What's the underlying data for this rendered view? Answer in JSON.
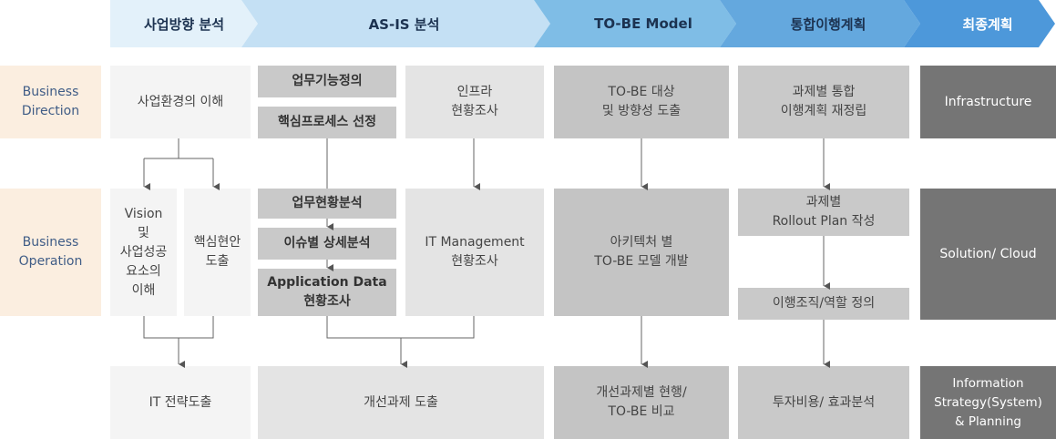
{
  "phases": [
    "사업방향 분석",
    "AS-IS 분석",
    "TO-BE Model",
    "통합이행계획",
    "최종계획"
  ],
  "phase_colors": [
    "#e3f1fa",
    "#c4e0f4",
    "#7fbde6",
    "#64a8de",
    "#4d98da"
  ],
  "rows": {
    "direction": "Business\nDirection",
    "operation": "Business\nOperation"
  },
  "cells": {
    "env": "사업환경의 이해",
    "func": "업무기능정의",
    "process": "핵심프로세스 선정",
    "infra": "인프라\n현황조사",
    "tobe_target": "TO-BE 대상\n및 방향성 도출",
    "replan": "과제별 통합\n이행계획 재정립",
    "infrastructure": "Infrastructure",
    "vision": "Vision\n및\n사업성공\n요소의\n이해",
    "issue": "핵심현안\n도출",
    "biz_status": "업무현황분석",
    "detail": "이슈별 상세분석",
    "app_data": "Application Data\n현황조사",
    "itm": "IT Management\n현황조사",
    "arch": "아키텍처 별\nTO-BE 모델 개발",
    "rollout": "과제별\nRollout Plan 작성",
    "org": "이행조직/역할 정의",
    "solution": "Solution/ Cloud",
    "it_strategy": "IT 전략도출",
    "improve": "개선과제 도출",
    "compare": "개선과제별 현행/\nTO-BE 비교",
    "invest": "투자비용/ 효과분석",
    "isp": "Information\nStrategy(System)\n& Planning"
  }
}
